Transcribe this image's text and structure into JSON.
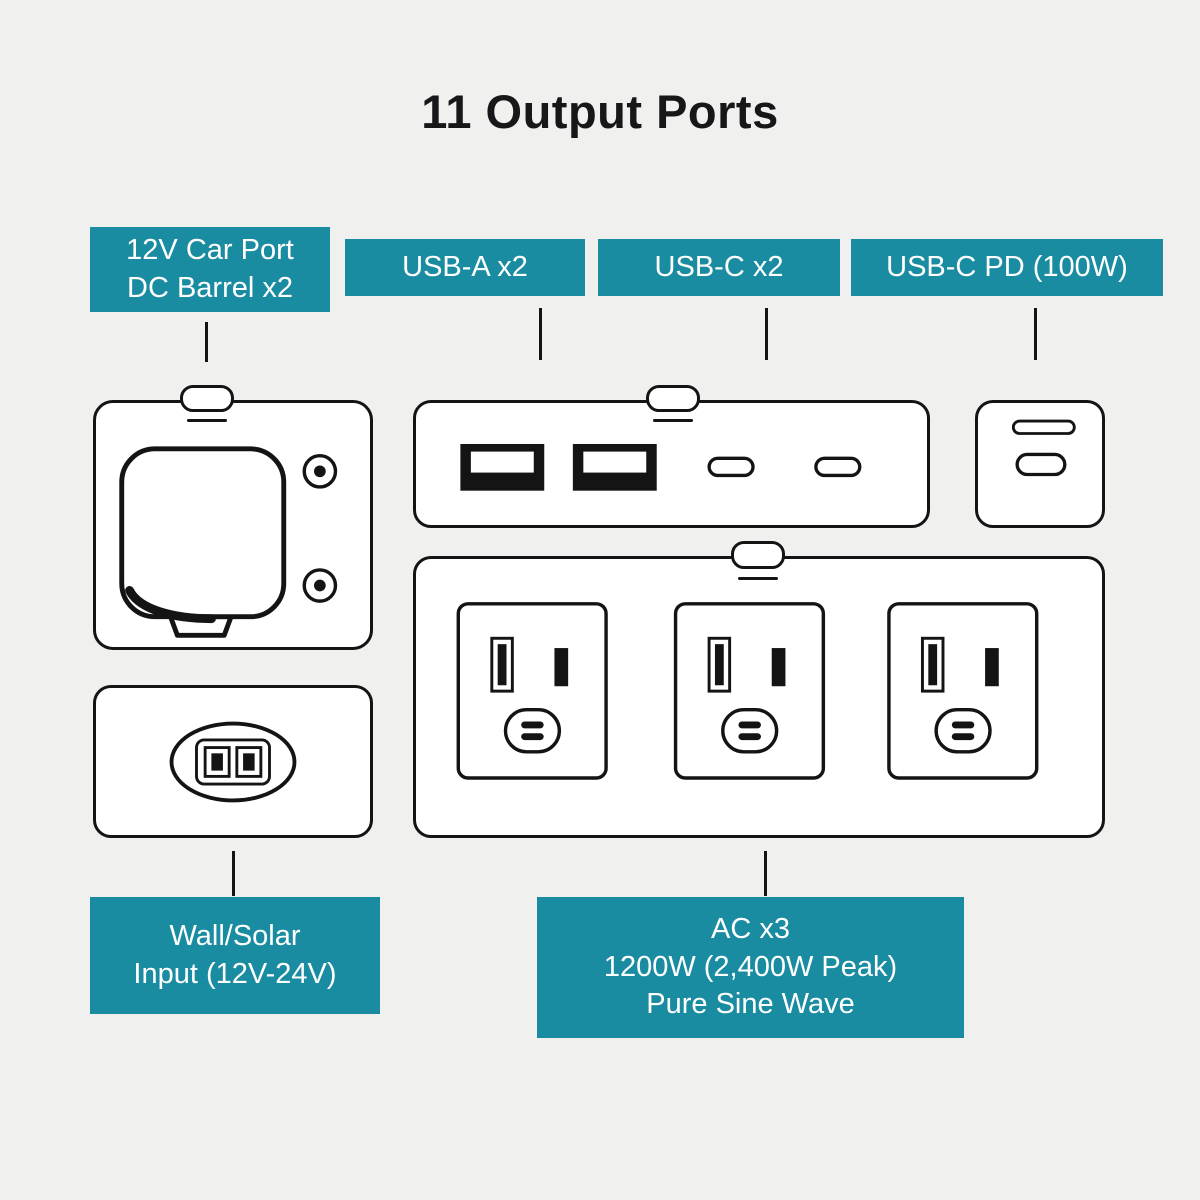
{
  "title": "11 Output Ports",
  "labels": {
    "car_port": {
      "line1": "12V Car Port",
      "line2": "DC Barrel x2"
    },
    "usb_a": {
      "line1": "USB-A x2"
    },
    "usb_c": {
      "line1": "USB-C x2"
    },
    "usb_c_pd": {
      "line1": "USB-C PD (100W)"
    },
    "wall_solar": {
      "line1": "Wall/Solar",
      "line2": "Input (12V-24V)"
    },
    "ac": {
      "line1": "AC x3",
      "line2": "1200W (2,400W Peak)",
      "line3": "Pure Sine Wave"
    }
  },
  "ports": {
    "car_port_count": 1,
    "dc_barrel_count": 2,
    "usb_a_count": 2,
    "usb_c_count": 2,
    "usb_c_pd_count": 1,
    "ac_outlet_count": 3,
    "dc_input_count": 1
  },
  "icons": {
    "car_port": "12v-car-port-socket-icon",
    "dc_barrel": "dc-barrel-jack-icon",
    "usb_a": "usb-a-port-icon",
    "usb_c": "usb-c-port-icon",
    "usb_c_pd": "usb-c-pd-port-icon",
    "ac_outlet": "ac-outlet-icon",
    "dc_input": "wall-solar-input-port-icon",
    "latch": "cover-latch-icon"
  },
  "colors": {
    "teal": "#1a8ca2",
    "background": "#f0f0ee",
    "ink": "#141414",
    "label_text": "#ffffff"
  }
}
